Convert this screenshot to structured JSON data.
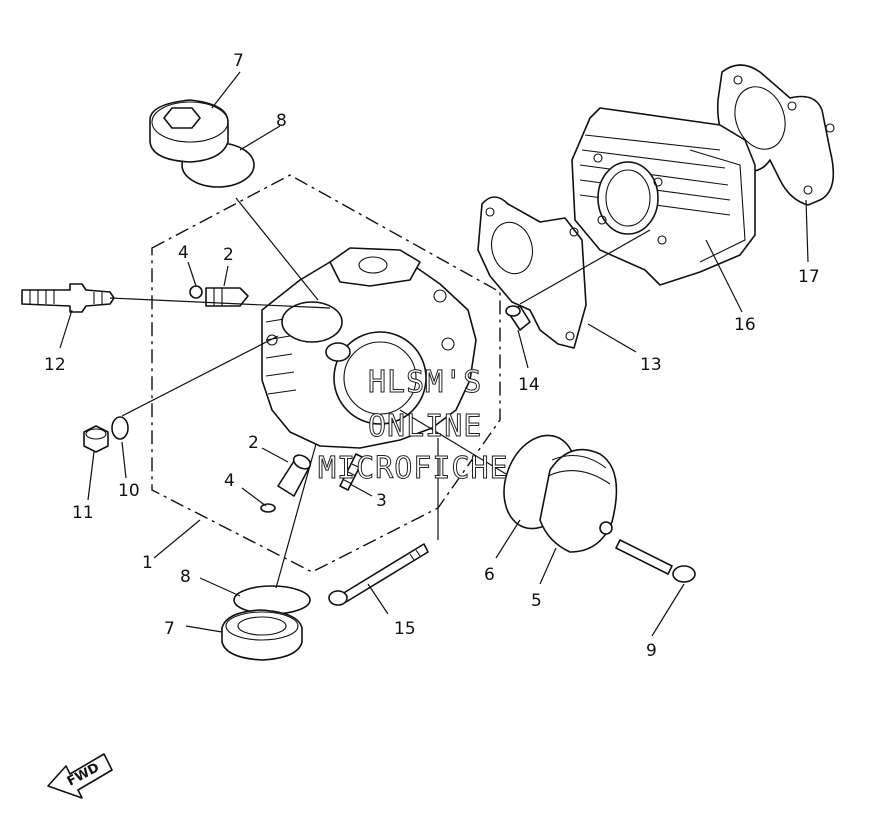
{
  "diagram": {
    "callouts": {
      "c1": "1",
      "c2a": "2",
      "c2b": "2",
      "c3": "3",
      "c4a": "4",
      "c4b": "4",
      "c5": "5",
      "c6": "6",
      "c7a": "7",
      "c7b": "7",
      "c8a": "8",
      "c8b": "8",
      "c9": "9",
      "c10": "10",
      "c11": "11",
      "c12": "12",
      "c13": "13",
      "c14": "14",
      "c15": "15",
      "c16": "16",
      "c17": "17"
    },
    "watermark": {
      "line1": "HLSM'S",
      "line2": "ONLINE",
      "line3": "MICROFICHE"
    },
    "fwd_label": "FWD"
  }
}
